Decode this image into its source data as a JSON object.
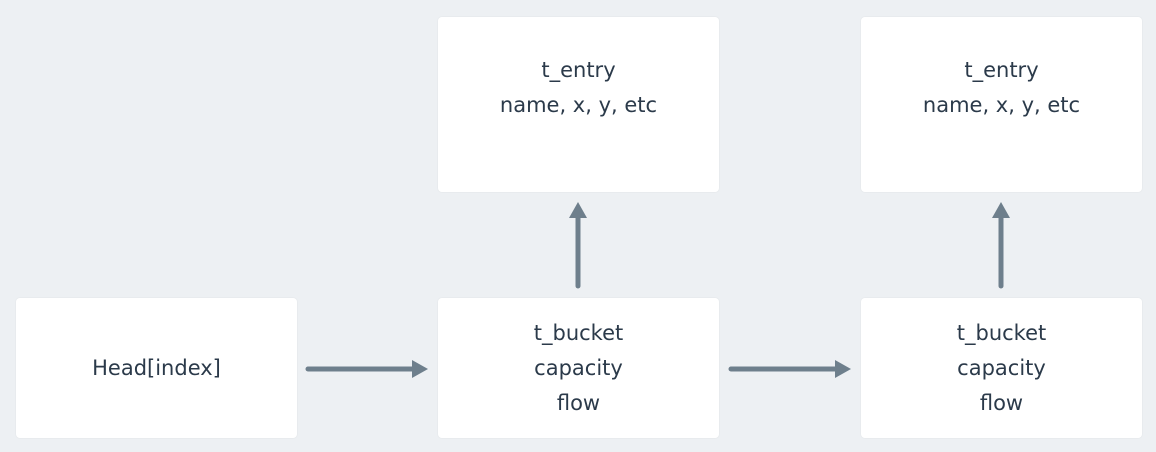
{
  "diagram": {
    "head": {
      "label": "Head[index]"
    },
    "buckets": [
      {
        "lines": [
          "t_bucket",
          "capacity",
          "flow"
        ]
      },
      {
        "lines": [
          "t_bucket",
          "capacity",
          "flow"
        ]
      }
    ],
    "entries": [
      {
        "lines": [
          "t_entry",
          "name, x, y, etc"
        ]
      },
      {
        "lines": [
          "t_entry",
          "name, x, y, etc"
        ]
      }
    ],
    "edges": [
      {
        "from": "Head[index]",
        "to": "t_bucket 1"
      },
      {
        "from": "t_bucket 1",
        "to": "t_bucket 2"
      },
      {
        "from": "t_bucket 1",
        "to": "t_entry 1"
      },
      {
        "from": "t_bucket 2",
        "to": "t_entry 2"
      }
    ],
    "colors": {
      "background": "#edf0f3",
      "node": "#ffffff",
      "text": "#2b3a4a",
      "arrow": "#6e7f8c"
    }
  }
}
